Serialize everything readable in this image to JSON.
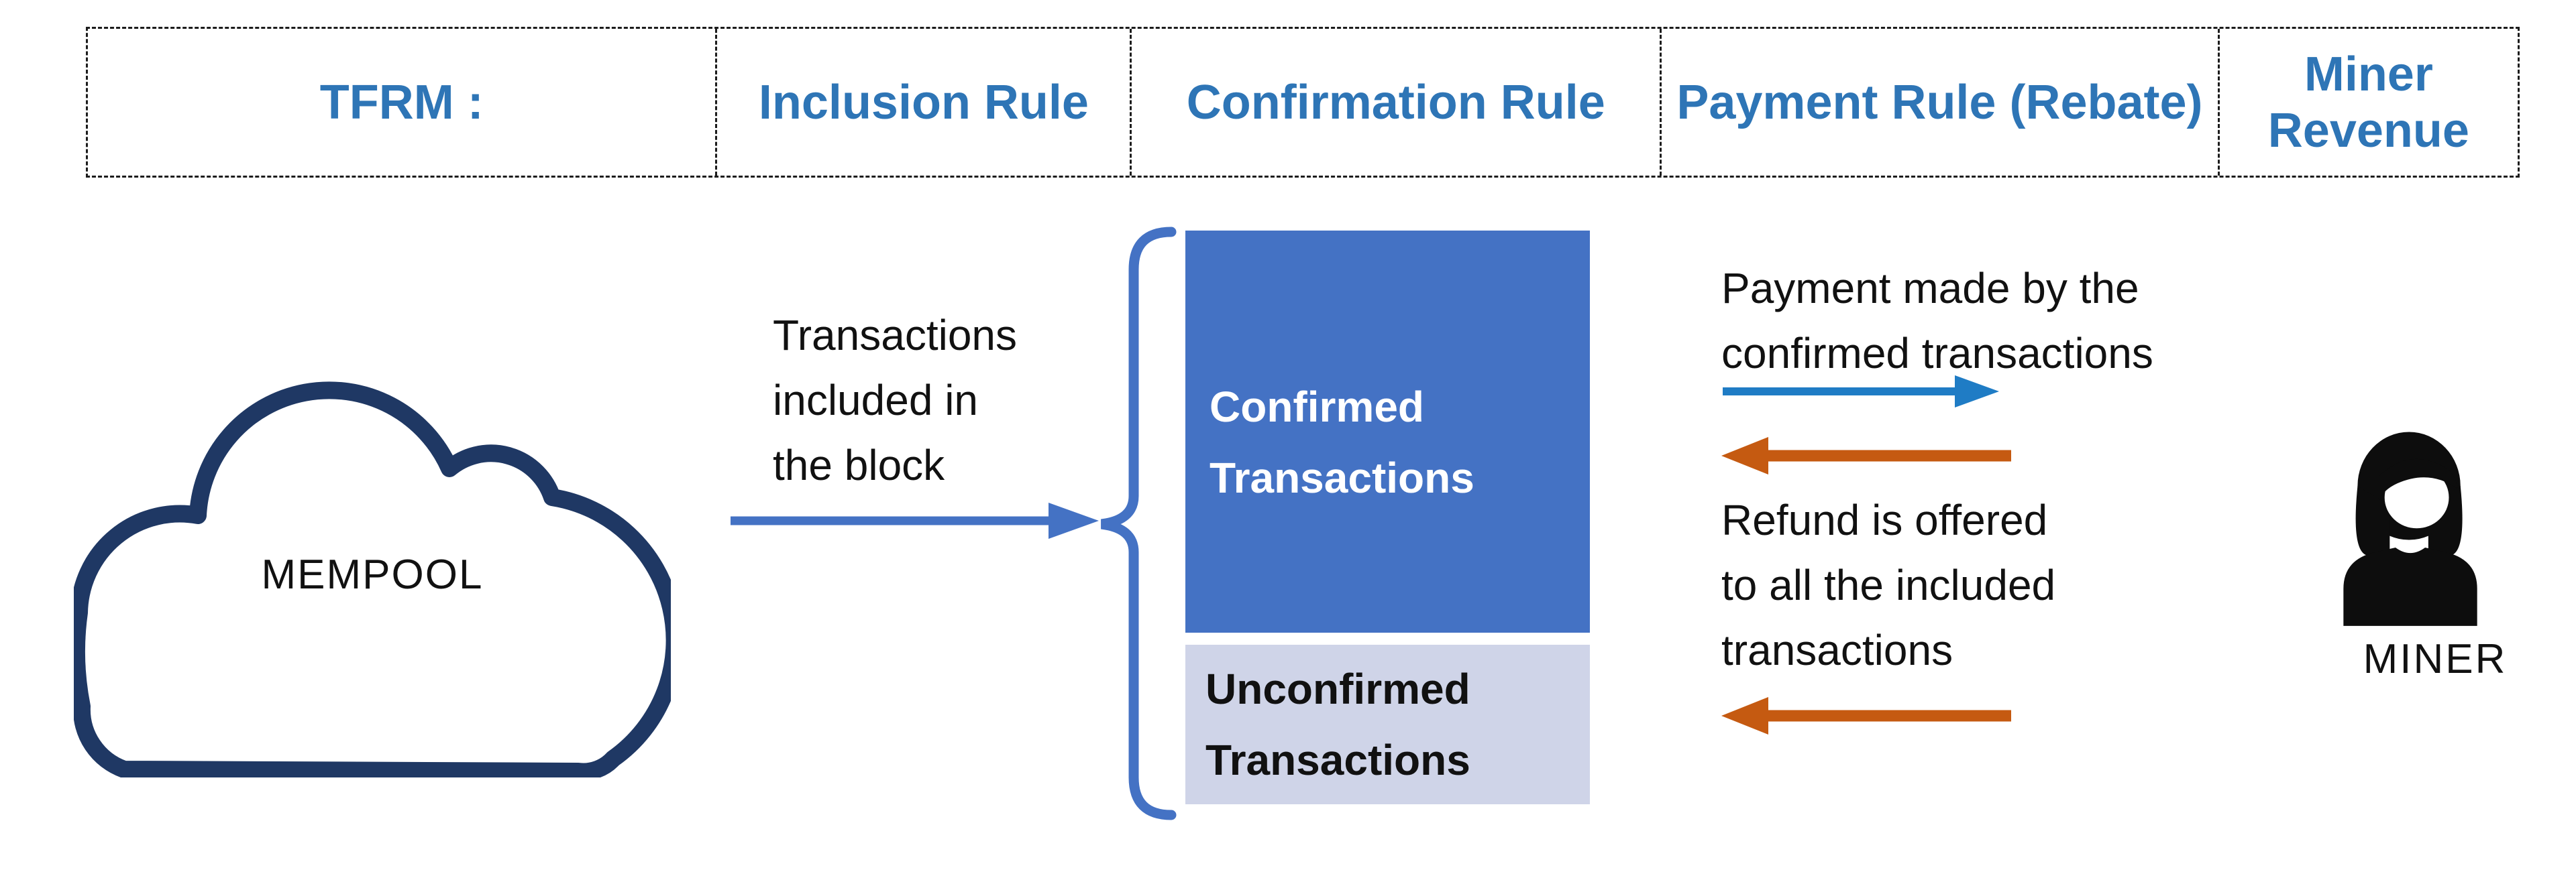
{
  "header": {
    "columns": [
      {
        "label": "TFRM :"
      },
      {
        "label": "Inclusion Rule"
      },
      {
        "label": "Confirmation Rule"
      },
      {
        "label": "Payment Rule (Rebate)"
      },
      {
        "label": "Miner\nRevenue"
      }
    ]
  },
  "mempool": {
    "label": "MEMPOOL"
  },
  "inclusion": {
    "arrow_caption": "Transactions\nincluded in\nthe block"
  },
  "block": {
    "confirmed_label": "Confirmed\nTransactions",
    "unconfirmed_label": "Unconfirmed\nTransactions"
  },
  "payment": {
    "payment_caption": "Payment made by the\nconfirmed transactions",
    "refund_caption": "Refund is offered\nto all the included\ntransactions"
  },
  "miner": {
    "label": "MINER"
  },
  "colors": {
    "header_text": "#2e75b6",
    "confirmed_box": "#4472c4",
    "unconfirmed_box": "#cfd4e8",
    "brace_and_inclusion_arrow": "#4472c4",
    "payment_arrow": "#1f7cc5",
    "refund_arrow": "#c55a11",
    "cloud_outline": "#1f3864",
    "miner_icon": "#0d0d0d",
    "body_text": "#111111",
    "dashed_border": "#1c1c1c"
  }
}
